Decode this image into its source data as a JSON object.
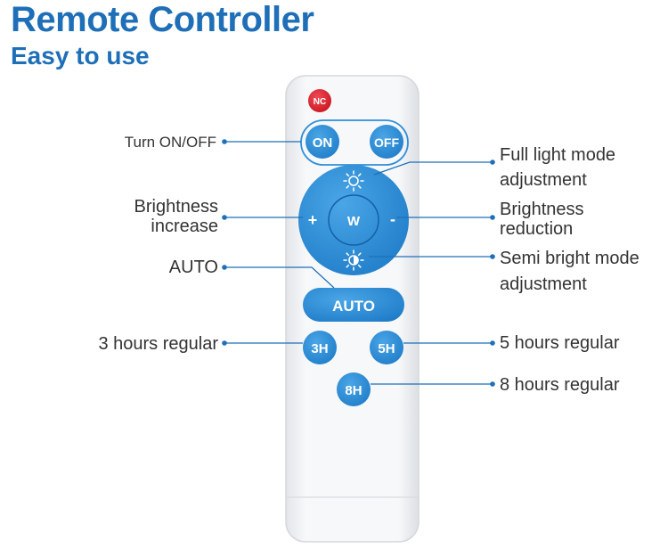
{
  "header": {
    "title": "Remote Controller",
    "subtitle": "Easy to use"
  },
  "remote": {
    "buttons": {
      "nc": "NC",
      "on": "ON",
      "off": "OFF",
      "plus": "+",
      "w": "W",
      "minus": "-",
      "auto": "AUTO",
      "h3": "3H",
      "h5": "5H",
      "h8": "8H"
    }
  },
  "labels": {
    "turn_on_off": "Turn ON/OFF",
    "brightness_increase_1": "Brightness",
    "brightness_increase_2": "increase",
    "auto": "AUTO",
    "three_hours": "3 hours regular",
    "full_light_1": "Full light mode",
    "full_light_2": "adjustment",
    "brightness_reduction_1": "Brightness",
    "brightness_reduction_2": "reduction",
    "semi_bright_1": "Semi bright mode",
    "semi_bright_2": "adjustment",
    "five_hours": "5 hours regular",
    "eight_hours": "8 hours regular"
  },
  "colors": {
    "title_blue": "#1e6fb8",
    "button_blue": "#2f8fd8",
    "nc_red": "#e0202e",
    "remote_body": "#f4f5f7",
    "label_text": "#333333"
  },
  "icons": [
    "sun-icon",
    "half-sun-icon"
  ]
}
